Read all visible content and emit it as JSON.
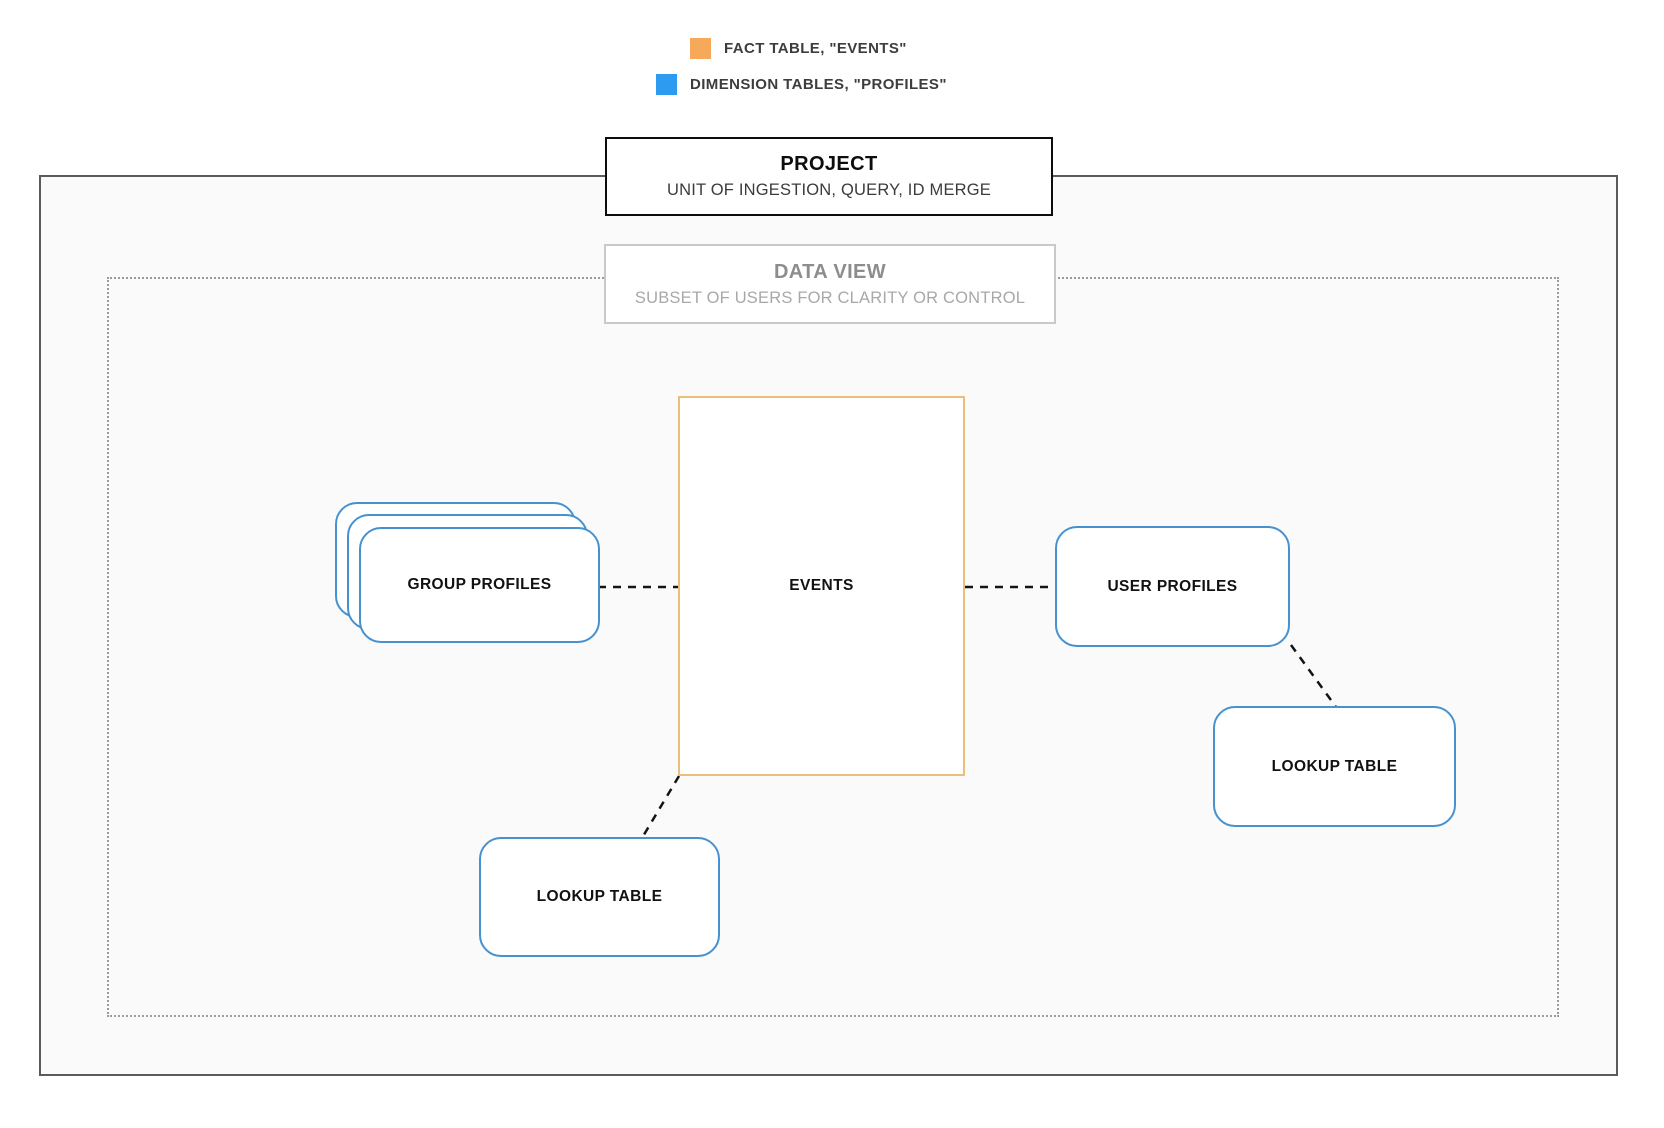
{
  "legend": {
    "items": [
      {
        "name": "fact-table",
        "label": "FACT TABLE, \"EVENTS\"",
        "color": "#f7a95b"
      },
      {
        "name": "dimension-tables",
        "label": "DIMENSION TABLES, \"PROFILES\"",
        "color": "#2d9bf0"
      }
    ]
  },
  "project": {
    "title": "PROJECT",
    "subtitle": "UNIT OF INGESTION, QUERY, ID MERGE"
  },
  "data_view": {
    "title": "DATA VIEW",
    "subtitle": "SUBSET OF USERS FOR CLARITY OR CONTROL"
  },
  "nodes": {
    "events": {
      "label": "EVENTS",
      "border_color": "#edbe7b"
    },
    "group_profiles": {
      "label": "GROUP PROFILES",
      "border_color": "#4691d0"
    },
    "user_profiles": {
      "label": "USER PROFILES",
      "border_color": "#4691d0"
    },
    "lookup_table_right": {
      "label": "LOOKUP TABLE",
      "border_color": "#4691d0"
    },
    "lookup_table_bottom": {
      "label": "LOOKUP TABLE",
      "border_color": "#4691d0"
    }
  },
  "colors": {
    "project_border": "#5b5b5b",
    "data_view_border": "#9a9a9a",
    "canvas_background": "#fafafa",
    "connector": "#141414"
  }
}
